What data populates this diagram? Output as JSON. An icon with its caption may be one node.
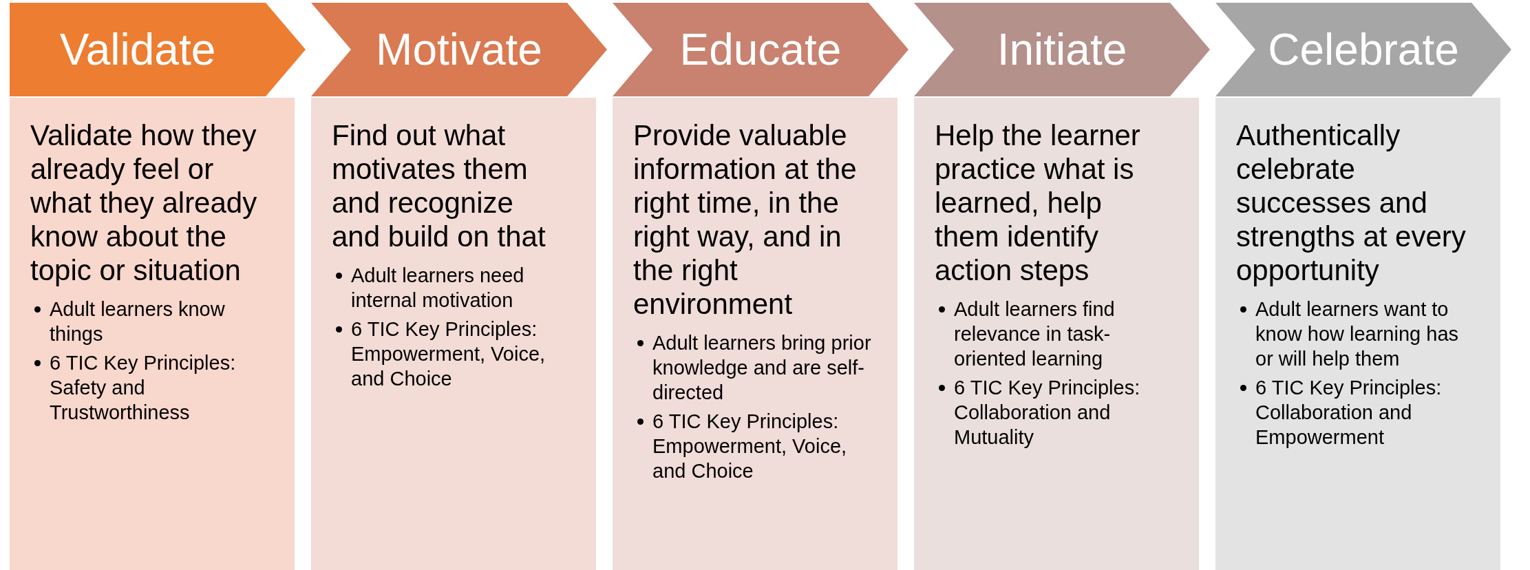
{
  "diagram": {
    "nodes": [
      {
        "text": [
          "Validate"
        ]
      },
      {
        "text": [
          "Validate how they already feel or what they already know about the topic or situation",
          "Adult learners know things",
          "6 TIC Key Principles: Safety and Trustworthiness"
        ]
      },
      {
        "text": [
          "Motivate"
        ]
      },
      {
        "text": [
          "Find out what motivates them and recognize and build on that",
          "Adult learners need internal motivation",
          "6 TIC Key Principles: Empowerment, Voice, and Choice"
        ]
      },
      {
        "text": [
          "Educate"
        ]
      },
      {
        "text": [
          "Provide valuable information at the right time, in the right way, and in the right environment",
          "Adult learners bring prior knowledge and are self-directed",
          "6 TIC Key Principles: Empowerment, Voice, and Choice"
        ]
      },
      {
        "text": [
          "Initiate"
        ]
      },
      {
        "text": [
          "Help the learner practice what is learned, help them identify action steps",
          "Adult learners find relevance in task-oriented learning",
          "6 TIC Key Principles: Collaboration and Mutuality"
        ]
      },
      {
        "text": [
          "Celebrate"
        ]
      },
      {
        "text": [
          "Authentically celebrate successes and strengths at every opportunity",
          "Adult learners want to know how learning has or will help them",
          "6 TIC Key Principles: Collaboration and Empowerment"
        ]
      }
    ]
  }
}
